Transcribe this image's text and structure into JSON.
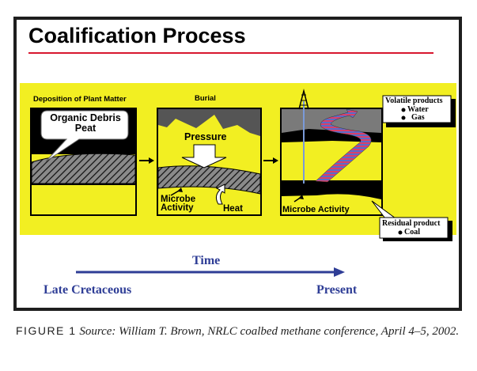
{
  "slide": {
    "title": "Coalification Process",
    "stages": [
      {
        "label": "Deposition of Plant Matter",
        "callout_line1": "Organic Debris",
        "callout_line2": "Peat"
      },
      {
        "label": "Burial",
        "force_label": "Pressure",
        "microbe_line1": "Microbe",
        "microbe_line2": "Activity",
        "heat_label": "Heat"
      },
      {
        "microbe_label": "Microbe Activity"
      }
    ],
    "volatile_box": {
      "heading": "Volatile products",
      "items": [
        "Water",
        "Gas"
      ]
    },
    "residual_box": {
      "heading": "Residual product",
      "items": [
        "Coal"
      ]
    },
    "timeline": {
      "label": "Time",
      "start": "Late Cretaceous",
      "end": "Present"
    }
  },
  "caption": {
    "figure_label": "FIGURE 1",
    "source_text": "Source: William T. Brown, NRLC coalbed methane conference, April 4–5, 2002."
  },
  "colors": {
    "title_rule": "#d8162e",
    "background_panel": "#f2ef22",
    "timeline": "#2e3d96",
    "gas_stream": "#d8406a"
  }
}
